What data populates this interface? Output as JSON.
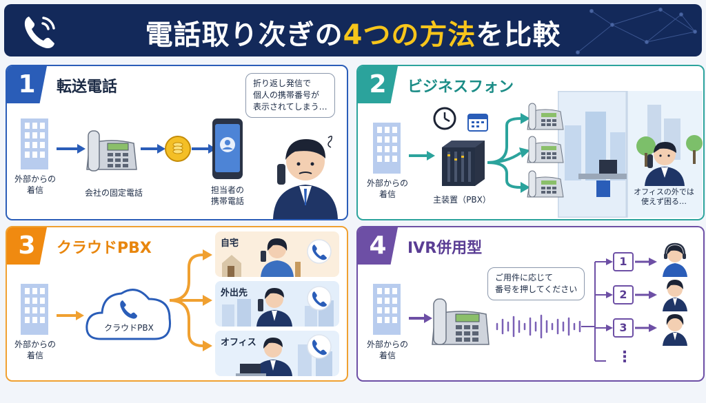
{
  "header": {
    "title_pre": "電話取り次ぎの",
    "title_highlight": "4つの方法",
    "title_post": "を比較",
    "icons": [
      "phone-ringing-icon",
      "network-pattern"
    ]
  },
  "colors": {
    "navy": "#13295a",
    "accent_yellow": "#f7c51b",
    "blue": "#2a5db8",
    "teal": "#2ba39c",
    "orange": "#f08a10",
    "purple": "#6d4fa5"
  },
  "panels": [
    {
      "number": "1",
      "title": "転送電話",
      "incoming_label": [
        "外部からの",
        "着信"
      ],
      "phone_label": "会社の固定電話",
      "mobile_label": [
        "担当者の",
        "携帯電話"
      ],
      "bubble": [
        "折り返し発信で",
        "個人の携帯番号が",
        "表示されてしまう…"
      ]
    },
    {
      "number": "2",
      "title": "ビジネスフォン",
      "incoming_label": [
        "外部からの",
        "着信"
      ],
      "pbx_label": "主装置（PBX）",
      "outside_label": [
        "オフィスの外では",
        "使えず困る…"
      ]
    },
    {
      "number": "3",
      "title": "クラウドPBX",
      "incoming_label": [
        "外部からの",
        "着信"
      ],
      "cloud_label": "クラウドPBX",
      "destinations": [
        "自宅",
        "外出先",
        "オフィス"
      ]
    },
    {
      "number": "4",
      "title": "IVR併用型",
      "incoming_label": [
        "外部からの",
        "着信"
      ],
      "bubble": [
        "ご用件に応じて",
        "番号を押してください"
      ],
      "options": [
        "1",
        "2",
        "3",
        "⋮"
      ]
    }
  ]
}
